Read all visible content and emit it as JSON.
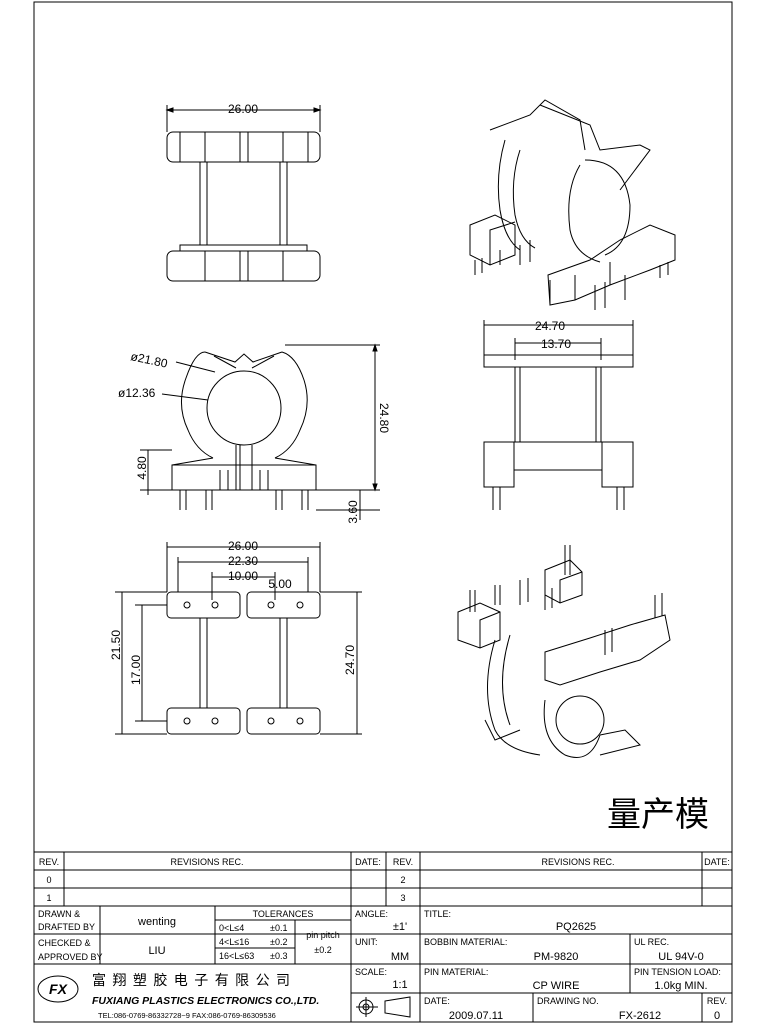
{
  "watermark": "量产模",
  "views": {
    "top": {
      "width_dim": "26.00"
    },
    "side": {
      "outer_dia": "ø21.80",
      "inner_dia": "ø12.36",
      "height_dim": "24.80",
      "base_dim": "4.80",
      "pin_dim": "3.60"
    },
    "front": {
      "outer_dim": "24.70",
      "inner_dim": "13.70"
    },
    "bottom": {
      "width_dim": "26.00",
      "pin_span": "22.30",
      "pin_span_inner": "10.00",
      "pin_pitch": "5.00",
      "height_outer": "21.50",
      "height_inner": "17.00",
      "depth_dim": "24.70"
    }
  },
  "revisions": {
    "rev_label": "REV.",
    "revisions_label": "REVISIONS   REC.",
    "date_label": "DATE:",
    "left_revs": [
      "0",
      "1"
    ],
    "right_revs": [
      "2",
      "3"
    ]
  },
  "title_block": {
    "drawn_by_label_1": "DRAWN &",
    "drawn_by_label_2": "DRAFTED BY",
    "drawn_by": "wenting",
    "checked_by_label_1": "CHECKED &",
    "checked_by_label_2": "APPROVED BY",
    "checked_by": "LIU",
    "tolerances_label": "TOLERANCES",
    "tol_1_range": "0<L≤4",
    "tol_1_value": "±0.1",
    "tol_2_range": "4<L≤16",
    "tol_2_value": "±0.2",
    "tol_3_range": "16<L≤63",
    "tol_3_value": "±0.3",
    "pin_pitch_label": "pin pitch",
    "pin_pitch_value": "±0.2",
    "angle_label": "ANGLE:",
    "angle_value": "±1'",
    "unit_label": "UNIT:",
    "unit_value": "MM",
    "scale_label": "SCALE:",
    "scale_value": "1:1",
    "title_label": "TITLE:",
    "title_value": "PQ2625",
    "bobbin_material_label": "BOBBIN MATERIAL:",
    "bobbin_material_value": "PM-9820",
    "ul_rec_label": "UL REC.",
    "ul_rec_value": "UL 94V-0",
    "pin_material_label": "PIN MATERIAL:",
    "pin_material_value": "CP WIRE",
    "pin_tension_label": "PIN TENSION LOAD:",
    "pin_tension_value": "1.0kg MIN.",
    "date_label": "DATE:",
    "date_value": "2009.07.11",
    "drawing_no_label": "DRAWING NO.",
    "drawing_no_value": "FX-2612",
    "rev_label": "REV.",
    "rev_value": "0"
  },
  "company": {
    "name_cn": "富 翔 塑 胶 电 子 有 限 公 司",
    "name_en": "FUXIANG PLASTICS ELECTRONICS CO.,LTD.",
    "contact": "TEL:086-0769-86332728~9  FAX:086-0769-86309536",
    "logo_text": "FX"
  }
}
